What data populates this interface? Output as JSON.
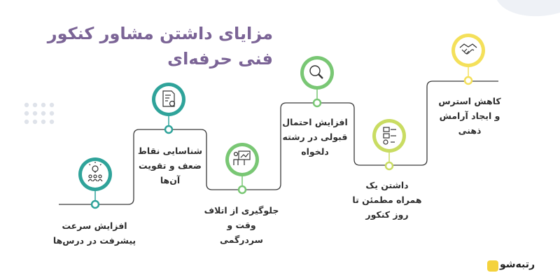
{
  "title": {
    "line1": "مزایای داشتن مشاور کنکور",
    "line2": "فنی حرفه‌ای"
  },
  "colors": {
    "title": "#7b6496",
    "line": "#3a3a3a",
    "ring_teal": "#2fa39a",
    "ring_green": "#79c774",
    "ring_yellow": "#f4e05a"
  },
  "steps": [
    {
      "icon": "team-idea-icon",
      "ring": "#2fa39a",
      "lines": [
        "افزایش سرعت",
        "پیشرفت در درس‌ها"
      ]
    },
    {
      "icon": "document-gear-icon",
      "ring": "#2fa39a",
      "lines": [
        "شناسایی نقاط",
        "ضعف و تقویت",
        "آن‌ها"
      ]
    },
    {
      "icon": "presentation-icon",
      "ring": "#79c774",
      "lines": [
        "جلوگیری از اتلاف",
        "وقت و",
        "سردرگمی"
      ]
    },
    {
      "icon": "magnifier-icon",
      "ring": "#79c774",
      "lines": [
        "افزایش احتمال",
        "قبولی در رشته",
        "دلخواه"
      ]
    },
    {
      "icon": "checklist-icon",
      "ring": "#c9dc62",
      "lines": [
        "داشتن یک",
        "همراه مطمئن تا",
        "روز کنکور"
      ]
    },
    {
      "icon": "handshake-icon",
      "ring": "#f4e05a",
      "lines": [
        "کاهش استرس",
        "و ایجاد آرامش",
        "ذهنی"
      ]
    }
  ],
  "logo": {
    "text": "رتبه‌شو"
  }
}
